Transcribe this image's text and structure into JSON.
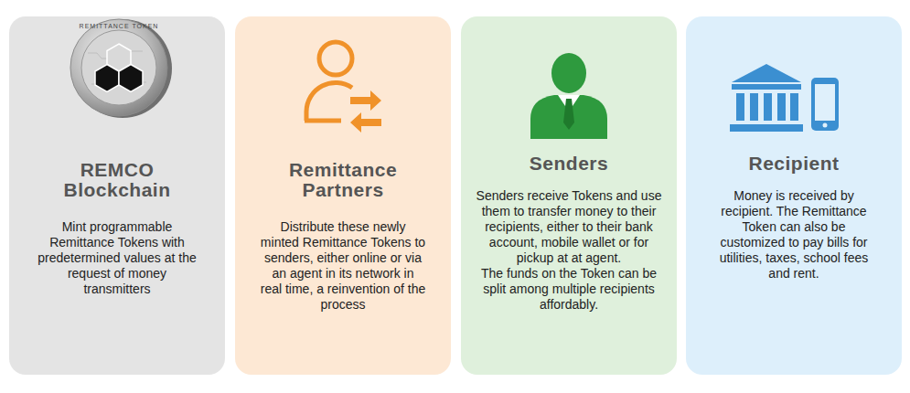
{
  "diagram": {
    "nodes": [
      {
        "text": [
          "REMCO Blockchain",
          "Mint programmable Remittance Tokens with predetermined values at the request of money transmitters"
        ]
      },
      {
        "text": [
          "Remittance Partners",
          "Distribute these newly minted Remittance Tokens to senders, either online or via an agent in its network in real time, a reinvention of the process"
        ]
      },
      {
        "text": [
          "Senders",
          "Senders receive Tokens and use them to transfer money to their recipients, either to their bank account, mobile wallet or for pickup at at agent.",
          "The funds on the Token can be split among multiple recipients affordably."
        ]
      },
      {
        "text": [
          "Recipient",
          "Money is received by recipient. The Remittance Token can also be customized to pay bills for utilities, taxes, school fees and rent."
        ]
      }
    ],
    "labels": [
      "REMITTANCE TOKEN"
    ]
  }
}
